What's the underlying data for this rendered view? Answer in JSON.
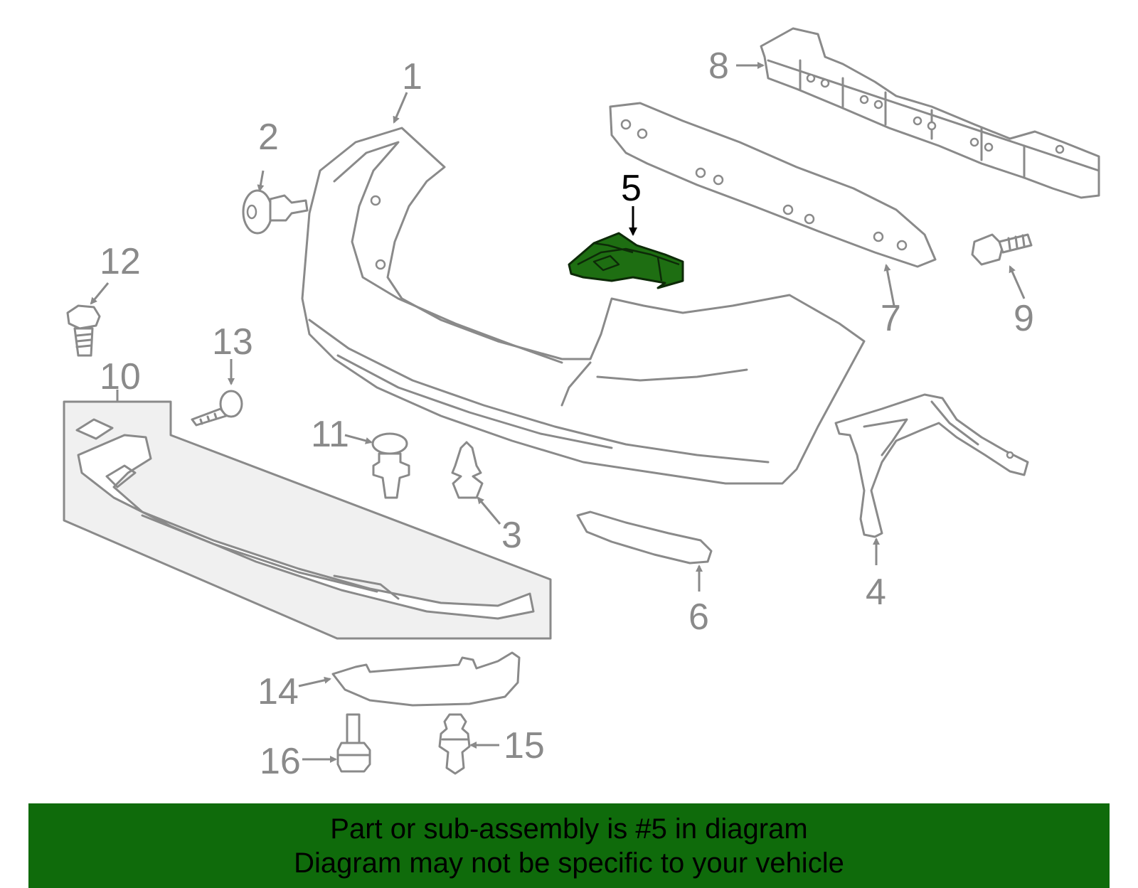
{
  "diagram": {
    "callouts": [
      {
        "id": "1",
        "label": "1"
      },
      {
        "id": "2",
        "label": "2"
      },
      {
        "id": "3",
        "label": "3"
      },
      {
        "id": "4",
        "label": "4"
      },
      {
        "id": "5",
        "label": "5",
        "highlighted": true
      },
      {
        "id": "6",
        "label": "6"
      },
      {
        "id": "7",
        "label": "7"
      },
      {
        "id": "8",
        "label": "8"
      },
      {
        "id": "9",
        "label": "9"
      },
      {
        "id": "10",
        "label": "10"
      },
      {
        "id": "11",
        "label": "11"
      },
      {
        "id": "12",
        "label": "12"
      },
      {
        "id": "13",
        "label": "13"
      },
      {
        "id": "14",
        "label": "14"
      },
      {
        "id": "15",
        "label": "15"
      },
      {
        "id": "16",
        "label": "16"
      }
    ],
    "colors": {
      "outline": "#8a8a8a",
      "highlight_part": "#1e6e12",
      "banner": "#0f6b0b"
    }
  },
  "banner": {
    "line1": "Part or sub-assembly is #5 in diagram",
    "line2": "Diagram may not be specific to your vehicle"
  }
}
